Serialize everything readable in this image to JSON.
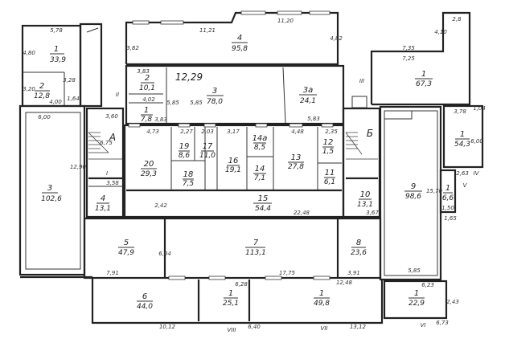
{
  "title": "Floor plan",
  "rooms": {
    "r1_tl": {
      "number": "1",
      "area": "33,9"
    },
    "r2_tl": {
      "number": "2",
      "area": "12,8"
    },
    "r3_left": {
      "number": "3",
      "area": "102,6"
    },
    "r4_small": {
      "number": "4",
      "area": "13,1"
    },
    "r4_top": {
      "number": "4",
      "area": "95,8"
    },
    "r2_top": {
      "number": "2",
      "area": "10,1"
    },
    "r1_top": {
      "number": "1",
      "area": "7,8"
    },
    "r3_top": {
      "number": "3",
      "area": "78,0"
    },
    "r3a": {
      "number": "3а",
      "area": "24,1"
    },
    "r20": {
      "number": "20",
      "area": "29,3"
    },
    "r19": {
      "number": "19",
      "area": "8,6"
    },
    "r18": {
      "number": "18",
      "area": "7,5"
    },
    "r17": {
      "number": "17",
      "area": "11,0"
    },
    "r16": {
      "number": "16",
      "area": "19,1"
    },
    "r14a": {
      "number": "14а",
      "area": "8,5"
    },
    "r14": {
      "number": "14",
      "area": "7,1"
    },
    "r13": {
      "number": "13",
      "area": "27,8"
    },
    "r12": {
      "number": "12",
      "area": "1,5"
    },
    "r11": {
      "number": "11",
      "area": "6,1"
    },
    "r15": {
      "number": "15",
      "area": "54,4"
    },
    "r10": {
      "number": "10",
      "area": "13,1"
    },
    "r9": {
      "number": "9",
      "area": "98,6"
    },
    "r1_tr": {
      "number": "1",
      "area": "67,3"
    },
    "r1_r": {
      "number": "1",
      "area": "54,3"
    },
    "r1_small": {
      "number": "1",
      "area": "6,6"
    },
    "r5": {
      "number": "5",
      "area": "47,9"
    },
    "r7": {
      "number": "7",
      "area": "113,1"
    },
    "r8": {
      "number": "8",
      "area": "23,6"
    },
    "r6": {
      "number": "6",
      "area": "44,0"
    },
    "r1_b1": {
      "number": "1",
      "area": "25,1"
    },
    "r1_b2": {
      "number": "1",
      "area": "49,8"
    },
    "r1_b3": {
      "number": "1",
      "area": "22,9"
    }
  },
  "stairs": {
    "a": "А",
    "b": "Б",
    "a_dim": "6,75"
  },
  "sections": [
    "I",
    "II",
    "III",
    "IV",
    "V",
    "VI",
    "VII",
    "VIII"
  ],
  "dimensions": [
    "5,78",
    "4,80",
    "3,20",
    "4,00",
    "1,64",
    "3,28",
    "6,00",
    "12,90",
    "3,60",
    "3,58",
    "11,21",
    "11,20",
    "3,82",
    "4,82",
    "3,83",
    "4,02",
    "3,83",
    "12,29",
    "5,85",
    "5,85",
    "5,83",
    "4,73",
    "2,27",
    "2,03",
    "3,17",
    "4,48",
    "2,35",
    "2,42",
    "22,48",
    "3,67",
    "7,35",
    "7,25",
    "2,8",
    "4,10",
    "3,78",
    "6,00",
    "1,04",
    "2,63",
    "1,50",
    "1,65",
    "5,85",
    "15,70",
    "7,91",
    "6,04",
    "17,75",
    "12,48",
    "3,91",
    "6,28",
    "10,12",
    "6,40",
    "13,12",
    "6,23",
    "6,73",
    "2,43"
  ]
}
